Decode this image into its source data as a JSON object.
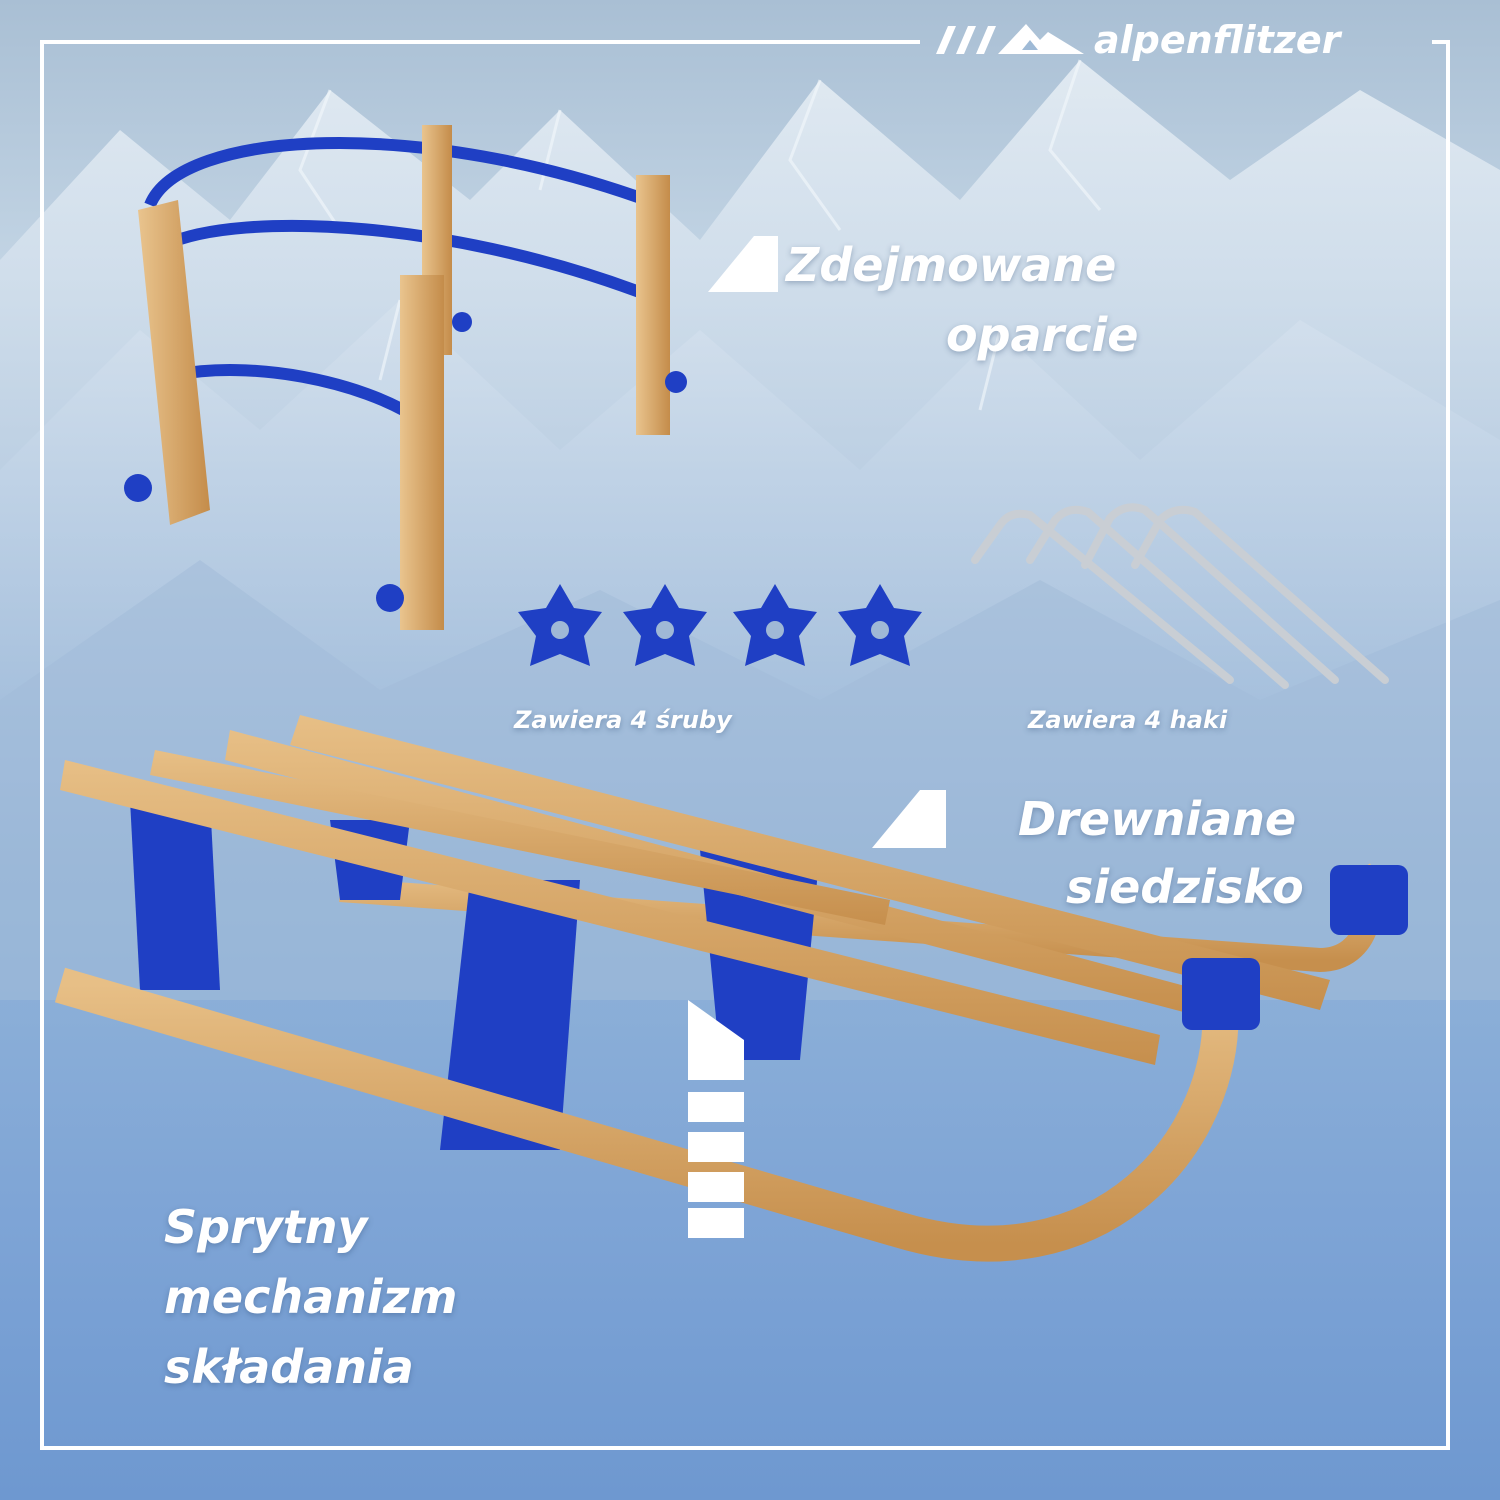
{
  "brand": {
    "name": "alpenflitzer",
    "logo_icon": "mountain-logo-icon"
  },
  "features": {
    "backrest_line1": "Zdejmowane",
    "backrest_line2": "oparcie",
    "seat_line1": "Drewniane",
    "seat_line2": "siedzisko",
    "folding_line1": "Sprytny",
    "folding_line2": "mechanizm",
    "folding_line3": "składania"
  },
  "accessories": {
    "screws_caption": "Zawiera 4 śruby",
    "hooks_caption": "Zawiera 4 haki",
    "screw_count": 4,
    "hook_count": 4
  },
  "colors": {
    "accent_blue": "#1f3fc4",
    "wood": "#d9a86a",
    "wood_dark": "#b9823f",
    "frame": "#ffffff"
  }
}
